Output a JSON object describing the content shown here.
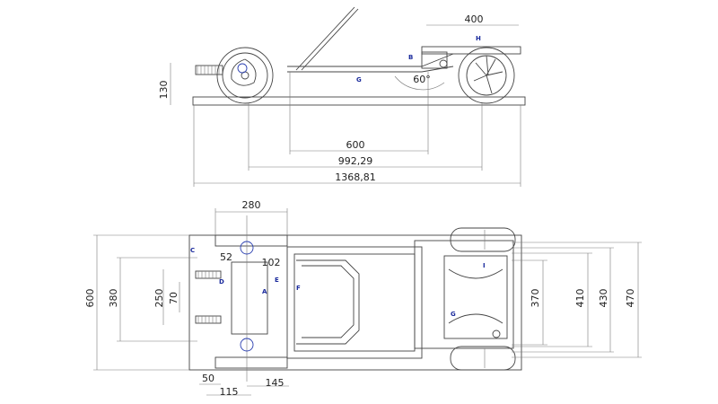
{
  "side_view": {
    "dimensions": [
      "400",
      "130",
      "600",
      "992,29",
      "1368,81"
    ],
    "angle": "60°",
    "labels": [
      "H",
      "B",
      "G"
    ]
  },
  "top_view": {
    "dimensions": [
      "280",
      "52",
      "102",
      "600",
      "380",
      "250",
      "70",
      "370",
      "410",
      "430",
      "470",
      "50",
      "115",
      "145"
    ],
    "labels": [
      "C",
      "D",
      "E",
      "A",
      "F",
      "I",
      "G"
    ]
  }
}
